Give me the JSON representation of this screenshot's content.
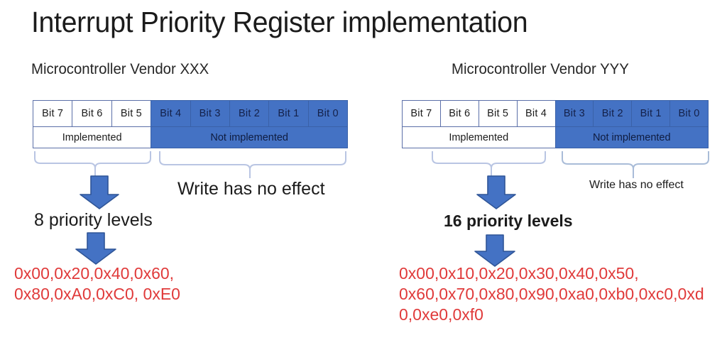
{
  "title": "Interrupt Priority Register implementation",
  "colors": {
    "not_implemented_fill": "#4472C4",
    "implemented_fill": "#FFFFFF",
    "cell_border": "#5B6FA8",
    "arrow_fill": "#4472C4",
    "arrow_stroke": "#2F5597",
    "brace_stroke": "#B9C5E3",
    "hex_text": "#E03A3A",
    "text": "#1B1B1B"
  },
  "left": {
    "subtitle": "Microcontroller Vendor XXX",
    "bits": [
      "Bit 7",
      "Bit 6",
      "Bit 5",
      "Bit 4",
      "Bit 3",
      "Bit 2",
      "Bit 1",
      "Bit 0"
    ],
    "implemented_count": 3,
    "status_implemented": "Implemented",
    "status_not_implemented": "Not implemented",
    "write_no_effect": "Write has no effect",
    "priority_levels": "8 priority levels",
    "hex_values": "0x00,0x20,0x40,0x60,\n0x80,0xA0,0xC0, 0xE0"
  },
  "right": {
    "subtitle": "Microcontroller Vendor YYY",
    "bits": [
      "Bit 7",
      "Bit 6",
      "Bit 5",
      "Bit 4",
      "Bit 3",
      "Bit 2",
      "Bit 1",
      "Bit 0"
    ],
    "implemented_count": 4,
    "status_implemented": "Implemented",
    "status_not_implemented": "Not implemented",
    "write_no_effect": "Write has no effect",
    "priority_levels": "16 priority levels",
    "hex_values": "0x00,0x10,0x20,0x30,0x40,0x50,\n0x60,0x70,0x80,0x90,0xa0,0xb0,0xc0,0xd\n0,0xe0,0xf0"
  }
}
